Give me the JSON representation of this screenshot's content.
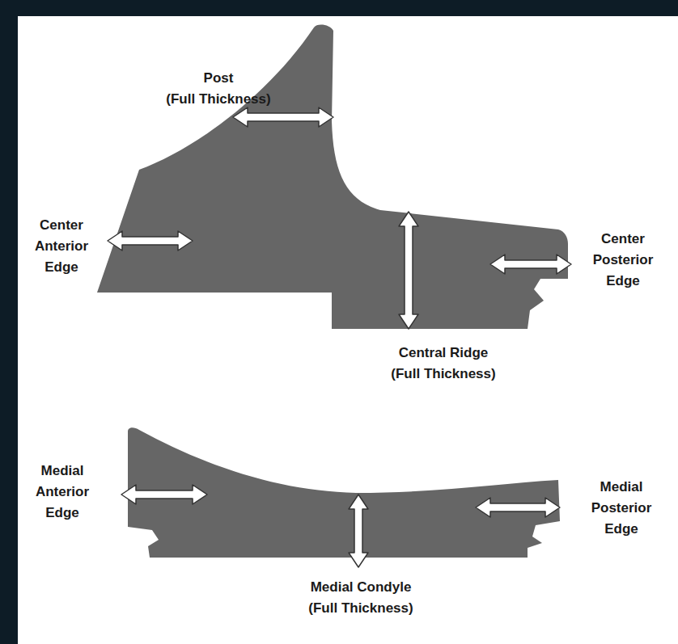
{
  "diagram": {
    "labels": [
      "Post (Full Thickness)",
      "Center Anterior Edge",
      "Center Posterior Edge",
      "Central Ridge (Full Thickness)",
      "Medial Anterior Edge",
      "Medial Posterior Edge",
      "Medial Condyle (Full Thickness)"
    ]
  }
}
